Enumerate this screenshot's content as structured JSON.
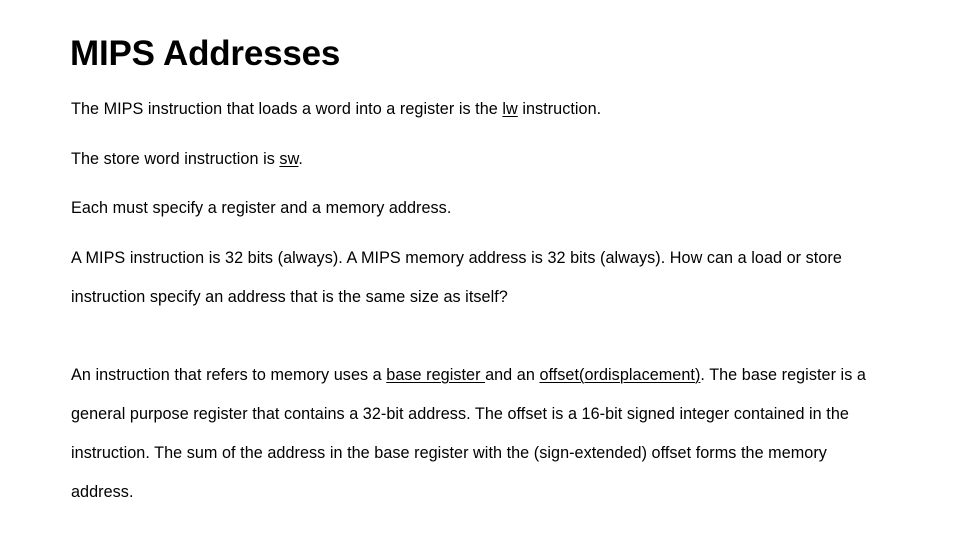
{
  "slide": {
    "title": "MIPS Addresses",
    "background_color": "#ffffff",
    "text_color": "#000000",
    "paragraphs": [
      {
        "id": "p1",
        "segments": [
          {
            "text": "The MIPS instruction that loads a word into a register is the ",
            "underline": false
          },
          {
            "text": "lw",
            "underline": true
          },
          {
            "text": " instruction.",
            "underline": false
          }
        ],
        "plain": "The MIPS instruction that loads a word into a register is the lw instruction."
      },
      {
        "id": "p2",
        "segments": [
          {
            "text": "The store word instruction is ",
            "underline": false
          },
          {
            "text": "sw",
            "underline": true
          },
          {
            "text": ".",
            "underline": false
          }
        ],
        "plain": "The store word instruction is sw."
      },
      {
        "id": "p3",
        "segments": [
          {
            "text": "Each must specify a register and a memory address.",
            "underline": false
          }
        ],
        "plain": "Each must specify a register and a memory address."
      },
      {
        "id": "p4",
        "segments": [
          {
            "text": "A MIPS instruction is 32 bits (always). A MIPS memory address is 32 bits (always). How can a load or store instruction specify an address that is the same size as itself?",
            "underline": false
          }
        ],
        "plain": "A MIPS instruction is 32 bits (always). A MIPS memory address is 32 bits (always). How can a load or store instruction specify an address that is the same size as itself?"
      },
      {
        "id": "p5-spacer",
        "segments": [],
        "plain": ""
      },
      {
        "id": "p6",
        "segments": [
          {
            "text": "An instruction that refers to memory uses a ",
            "underline": false
          },
          {
            "text": "base register ",
            "underline": true
          },
          {
            "text": "and an ",
            "underline": false
          },
          {
            "text": "offset(ordisplacement)",
            "underline": true
          },
          {
            "text": ". The base register is a general purpose register that contains a 32-bit address. The offset is a 16-bit signed integer contained in the instruction. The sum of the address in the base register with the (sign-extended) offset forms the memory address.",
            "underline": false
          }
        ],
        "plain": "An instruction that refers to memory uses a base register and an offset(ordisplacement). The base register is a general purpose register that contains a 32-bit address. The offset is a 16-bit signed integer contained in the instruction. The sum of the address in the base register with the (sign-extended) offset forms the memory address."
      }
    ]
  }
}
